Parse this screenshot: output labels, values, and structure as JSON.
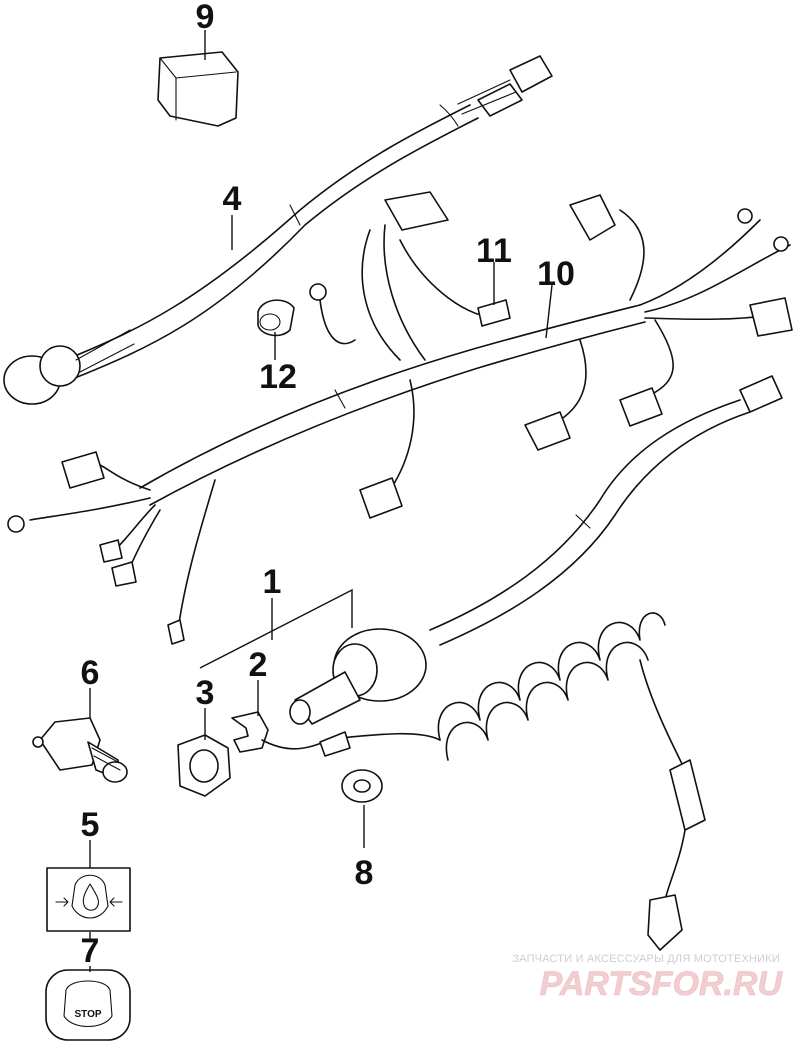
{
  "callouts": {
    "c1": "1",
    "c2": "2",
    "c3": "3",
    "c4": "4",
    "c5": "5",
    "c6": "6",
    "c7": "7",
    "c8": "8",
    "c9": "9",
    "c10": "10",
    "c11": "11",
    "c12": "12"
  },
  "stop_label": "STOP",
  "watermark": {
    "caption": "ЗАПЧАСТИ И АКСЕССУАРЫ ДЛЯ МОТОТЕХНИКИ",
    "brand": "PARTSFOR.RU"
  }
}
